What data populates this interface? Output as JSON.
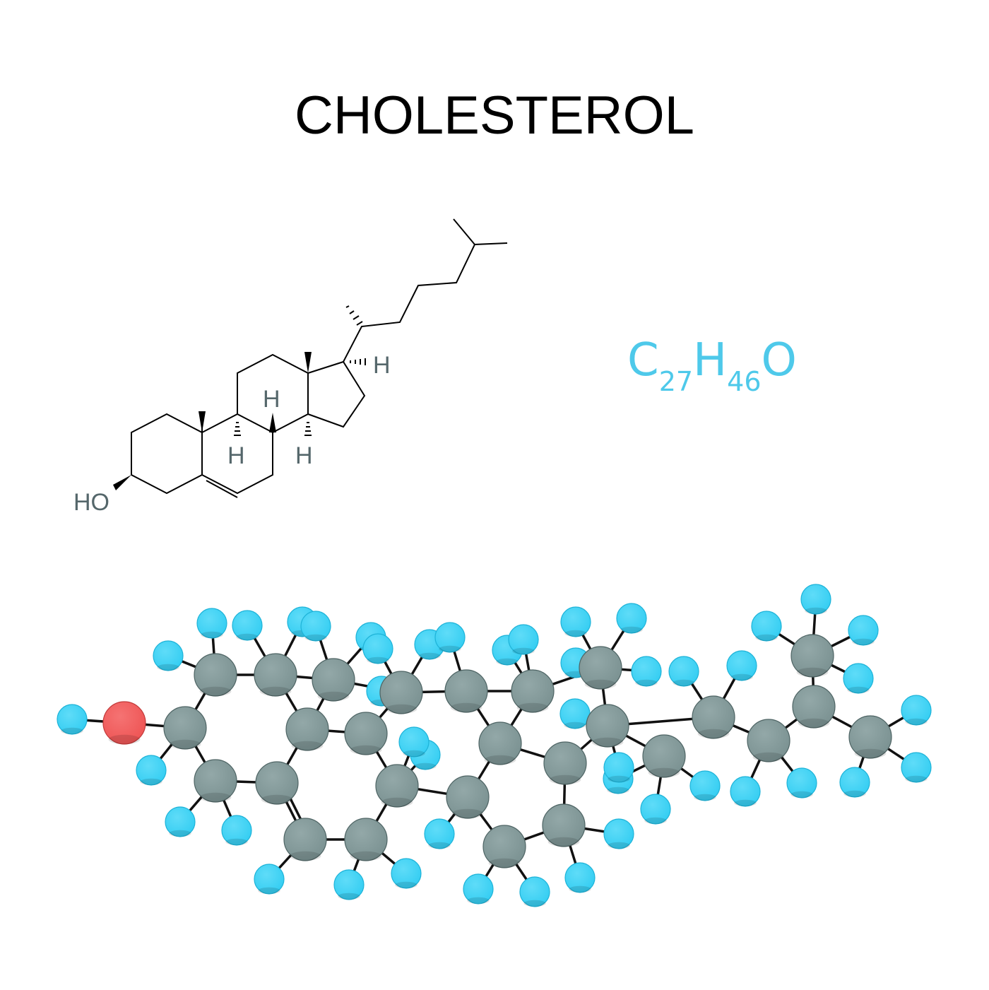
{
  "title": "CHOLESTEROL",
  "formula": {
    "c": "C",
    "c_count": "27",
    "h": "H",
    "h_count": "46",
    "o": "O"
  },
  "labels": {
    "ho": "HO",
    "h": "H"
  },
  "colors": {
    "carbon": "#7f9696",
    "hydrogen": "#3fd2f5",
    "oxygen": "#f15b5b",
    "formula": "#4ec9ea",
    "label": "#55676b"
  }
}
